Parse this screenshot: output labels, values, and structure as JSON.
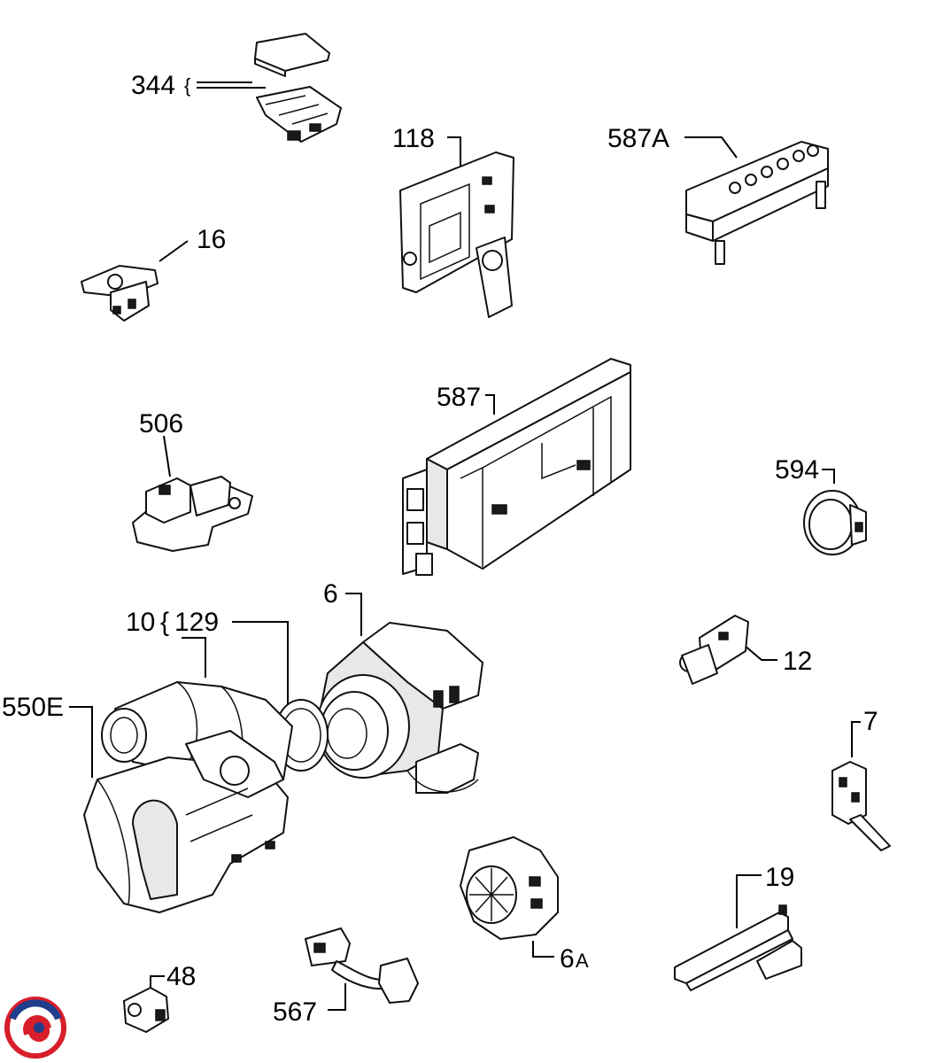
{
  "labels": {
    "l344": "344",
    "l118": "118",
    "l587A": "587A",
    "l16": "16",
    "l506": "506",
    "l587": "587",
    "l594": "594",
    "l6": "6",
    "l10": "10",
    "l129": "129",
    "l12": "12",
    "l550E": "550E",
    "l7": "7",
    "l19": "19",
    "l6A_num": "6",
    "l6A_sub": "A",
    "l48": "48",
    "l567": "567"
  },
  "colors": {
    "line": "#111111",
    "logo_red": "#d81e2a",
    "logo_blue": "#1f3e8c"
  },
  "logo": {
    "icon": "brand-swirl-logo"
  }
}
